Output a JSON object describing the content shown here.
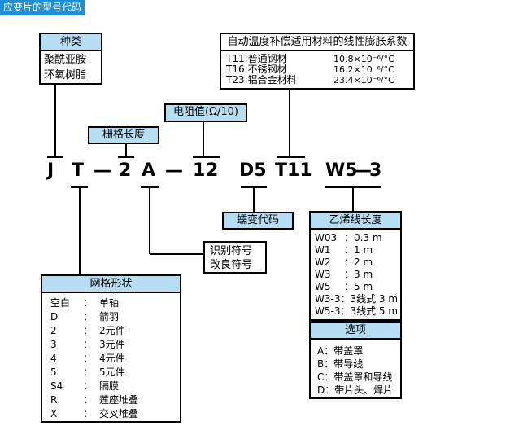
{
  "header": {
    "title": "应变片的型号代码"
  },
  "model_code": {
    "segments": [
      "J",
      "T",
      "—",
      "2",
      "A",
      "—",
      "1",
      "2",
      "D5",
      "T11",
      "W5",
      "—",
      "3"
    ]
  },
  "type_box": {
    "title": "种类",
    "lines": [
      "聚酰亚胺",
      "环氧树脂"
    ]
  },
  "grid_length_label": "栅格长度",
  "resistance_label": "电阻值(Ω/10)",
  "thermal_box": {
    "title": "自动温度补偿适用材料的线性膨胀系数",
    "rows": [
      {
        "name": "T11:普通钢材",
        "value": "10.8×10⁻⁶/°C"
      },
      {
        "name": "T16:不锈钢材",
        "value": "16.2×10⁻⁶/°C"
      },
      {
        "name": "T23:铝合金材料",
        "value": "23.4×10⁻⁶/°C"
      }
    ]
  },
  "creep_label": "蠕变代码",
  "id_box": {
    "lines": [
      "识别符号",
      "改良符号"
    ]
  },
  "pattern_box": {
    "title": "网格形状",
    "rows": [
      {
        "code": "空白",
        "sep": "：",
        "desc": "单轴"
      },
      {
        "code": "D",
        "sep": "：",
        "desc": "箭羽"
      },
      {
        "code": "2",
        "sep": "：",
        "desc": "2元件"
      },
      {
        "code": "3",
        "sep": "：",
        "desc": "3元件"
      },
      {
        "code": "4",
        "sep": "：",
        "desc": "4元件"
      },
      {
        "code": "5",
        "sep": "：",
        "desc": "5元件"
      },
      {
        "code": "S4",
        "sep": "：",
        "desc": "隔膜"
      },
      {
        "code": "R",
        "sep": "：",
        "desc": "莲座堆叠"
      },
      {
        "code": "X",
        "sep": "：",
        "desc": "交叉堆叠"
      }
    ]
  },
  "lead_box": {
    "title": "乙烯线长度",
    "rows": [
      {
        "code": "W03",
        "sep": "：",
        "desc": "0.3 m"
      },
      {
        "code": "W1",
        "sep": "：",
        "desc": "1 m"
      },
      {
        "code": "W2",
        "sep": "：",
        "desc": "2 m"
      },
      {
        "code": "W3",
        "sep": "：",
        "desc": "3 m"
      },
      {
        "code": "W5",
        "sep": "：",
        "desc": "5 m"
      },
      {
        "code": "W3-3",
        "sep": "：",
        "desc": "3线式 3 m"
      },
      {
        "code": "W5-3",
        "sep": "：",
        "desc": "3线式 5 m"
      }
    ]
  },
  "options_box": {
    "title": "选项",
    "rows": [
      "A：带盖罩",
      "B：带导线",
      "C：带盖罩和导线",
      "D：带片头、焊片"
    ]
  }
}
